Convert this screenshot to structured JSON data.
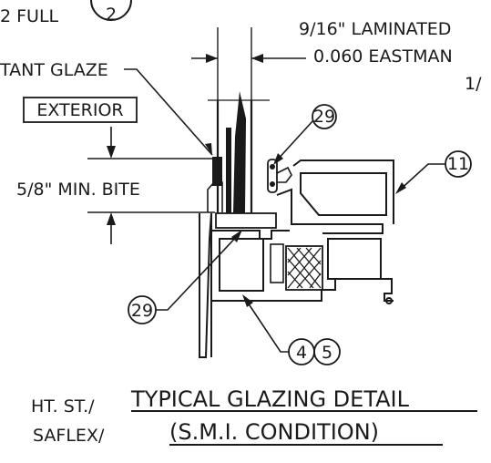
{
  "labels": {
    "top_left": "2 FULL",
    "top_left_bubble": "2",
    "laminated": "9/16\" LAMINATED",
    "eastman": "0.060 EASTMAN",
    "fraction": "1/",
    "glaze": "TANT GLAZE",
    "exterior": "EXTERIOR",
    "bite": "5/8\" MIN. BITE",
    "ht_st": "HT. ST./",
    "saflex": "SAFLEX/"
  },
  "callouts": {
    "c29_top": "29",
    "c11": "11",
    "c29_left": "29",
    "c4": "4",
    "c5": "5"
  },
  "title": {
    "main": "TYPICAL GLAZING DETAIL",
    "sub": "(S.M.I. CONDITION)"
  },
  "colors": {
    "ink": "#1a1a1a",
    "paper": "#ffffff"
  }
}
